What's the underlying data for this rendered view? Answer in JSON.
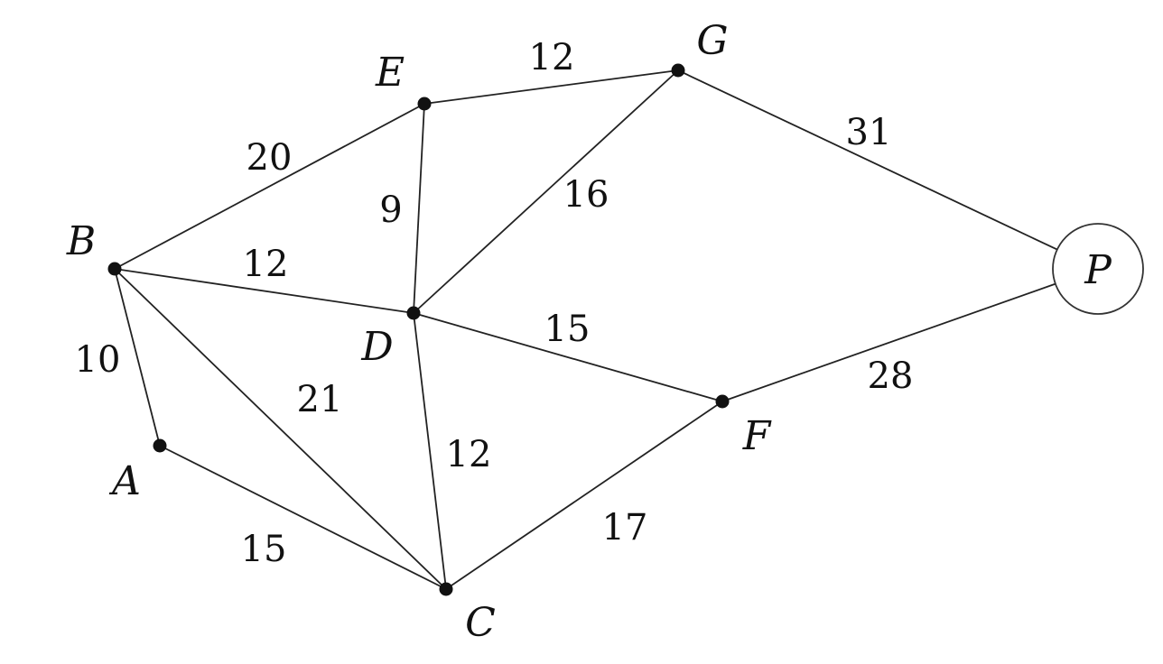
{
  "graph": {
    "nodes": [
      {
        "id": "A",
        "label": "A"
      },
      {
        "id": "B",
        "label": "B"
      },
      {
        "id": "C",
        "label": "C"
      },
      {
        "id": "D",
        "label": "D"
      },
      {
        "id": "E",
        "label": "E"
      },
      {
        "id": "F",
        "label": "F"
      },
      {
        "id": "G",
        "label": "G"
      },
      {
        "id": "P",
        "label": "P",
        "circled": true
      }
    ],
    "edges": [
      {
        "from": "B",
        "to": "A",
        "weight": "10"
      },
      {
        "from": "B",
        "to": "E",
        "weight": "20"
      },
      {
        "from": "B",
        "to": "D",
        "weight": "12"
      },
      {
        "from": "B",
        "to": "C",
        "weight": "21"
      },
      {
        "from": "A",
        "to": "C",
        "weight": "15"
      },
      {
        "from": "E",
        "to": "G",
        "weight": "12"
      },
      {
        "from": "E",
        "to": "D",
        "weight": "9"
      },
      {
        "from": "G",
        "to": "D",
        "weight": "16"
      },
      {
        "from": "G",
        "to": "P",
        "weight": "31"
      },
      {
        "from": "D",
        "to": "F",
        "weight": "15"
      },
      {
        "from": "D",
        "to": "C",
        "weight": "12"
      },
      {
        "from": "C",
        "to": "F",
        "weight": "17"
      },
      {
        "from": "F",
        "to": "P",
        "weight": "28"
      }
    ]
  }
}
